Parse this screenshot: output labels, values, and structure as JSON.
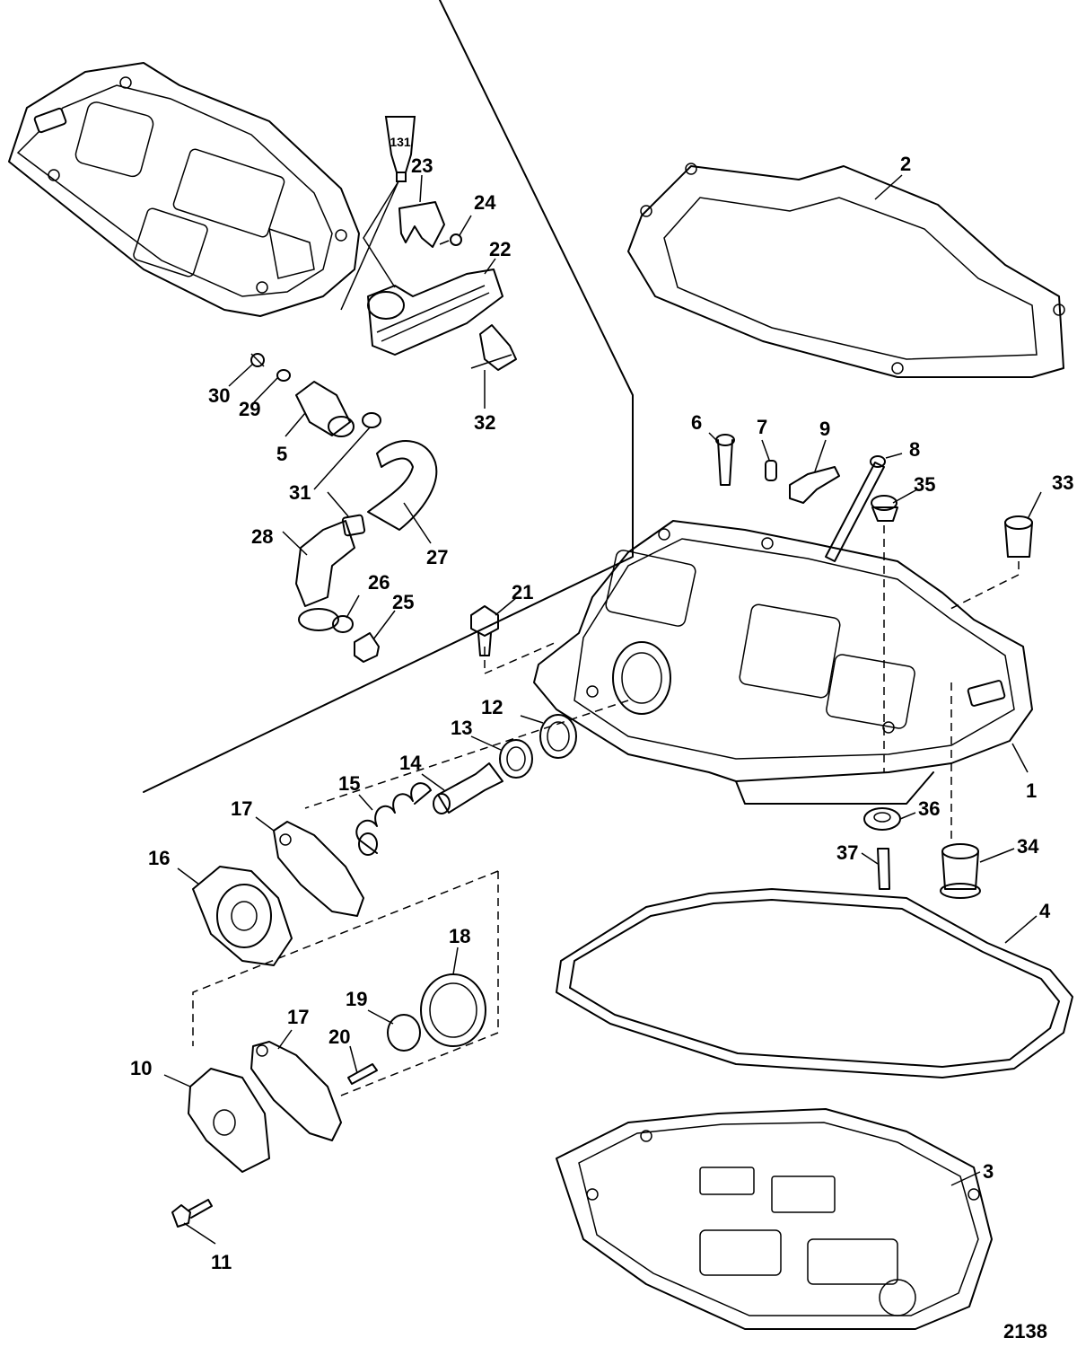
{
  "diagram": {
    "drawing_number": "2138",
    "tube_label": "131",
    "callouts": [
      {
        "id": "c1",
        "text": "1"
      },
      {
        "id": "c2",
        "text": "2"
      },
      {
        "id": "c3",
        "text": "3"
      },
      {
        "id": "c4",
        "text": "4"
      },
      {
        "id": "c5",
        "text": "5"
      },
      {
        "id": "c6",
        "text": "6"
      },
      {
        "id": "c7",
        "text": "7"
      },
      {
        "id": "c8",
        "text": "8"
      },
      {
        "id": "c9",
        "text": "9"
      },
      {
        "id": "c10",
        "text": "10"
      },
      {
        "id": "c11",
        "text": "11"
      },
      {
        "id": "c12",
        "text": "12"
      },
      {
        "id": "c13",
        "text": "13"
      },
      {
        "id": "c14",
        "text": "14"
      },
      {
        "id": "c15",
        "text": "15"
      },
      {
        "id": "c16",
        "text": "16"
      },
      {
        "id": "c17a",
        "text": "17"
      },
      {
        "id": "c17b",
        "text": "17"
      },
      {
        "id": "c18",
        "text": "18"
      },
      {
        "id": "c19",
        "text": "19"
      },
      {
        "id": "c20",
        "text": "20"
      },
      {
        "id": "c21",
        "text": "21"
      },
      {
        "id": "c22",
        "text": "22"
      },
      {
        "id": "c23",
        "text": "23"
      },
      {
        "id": "c24",
        "text": "24"
      },
      {
        "id": "c25",
        "text": "25"
      },
      {
        "id": "c26",
        "text": "26"
      },
      {
        "id": "c27",
        "text": "27"
      },
      {
        "id": "c28",
        "text": "28"
      },
      {
        "id": "c29",
        "text": "29"
      },
      {
        "id": "c30",
        "text": "30"
      },
      {
        "id": "c31",
        "text": "31"
      },
      {
        "id": "c32",
        "text": "32"
      },
      {
        "id": "c33",
        "text": "33"
      },
      {
        "id": "c34",
        "text": "34"
      },
      {
        "id": "c35",
        "text": "35"
      },
      {
        "id": "c36",
        "text": "36"
      },
      {
        "id": "c37",
        "text": "37"
      }
    ]
  }
}
